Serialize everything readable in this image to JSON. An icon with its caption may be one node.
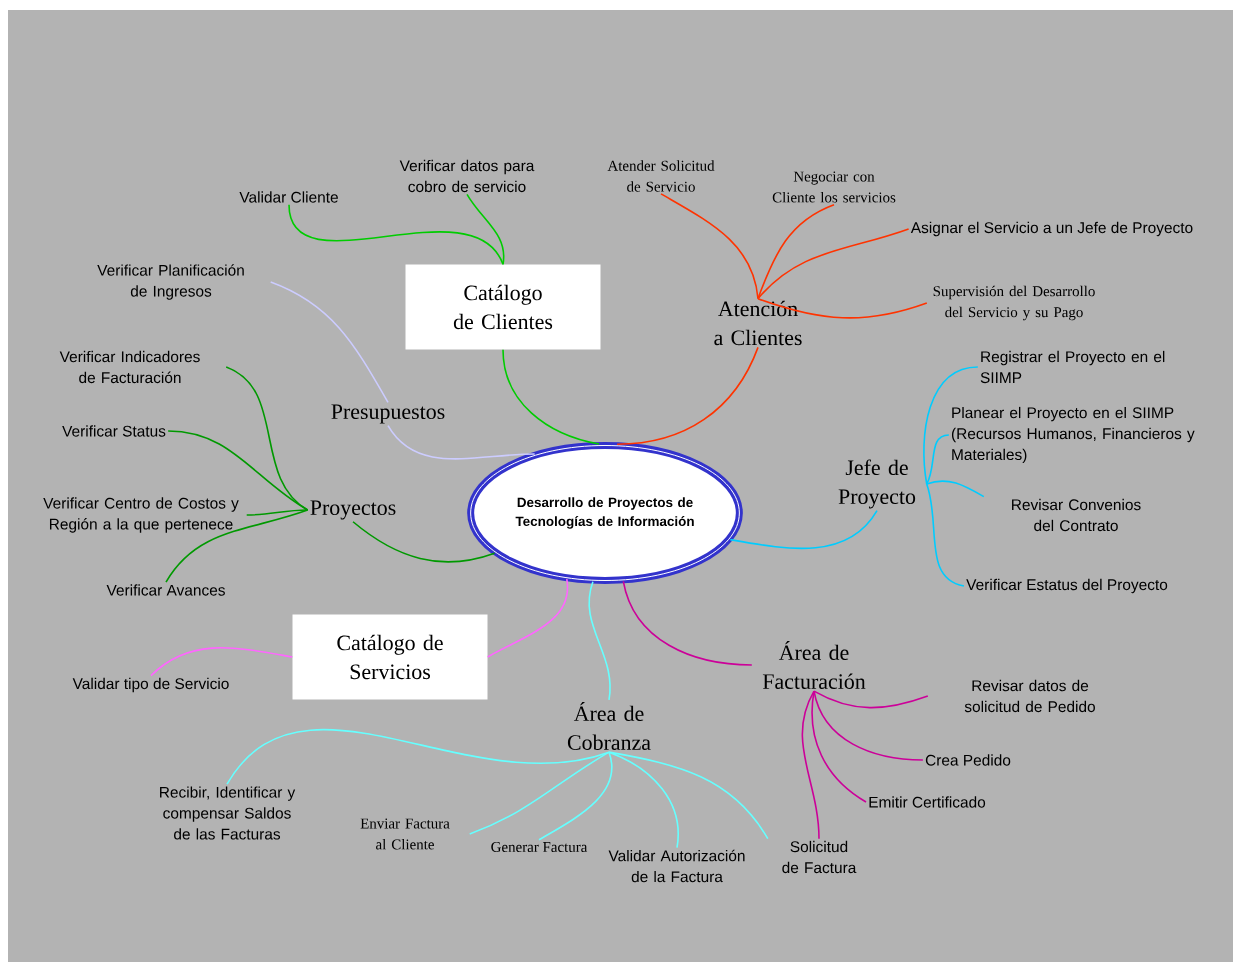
{
  "diagram": {
    "nodes": [
      {
        "text": [
          "Desarrollo de Proyectos de Tecnologías de Información"
        ]
      },
      {
        "text": [
          "Catálogo de Clientes"
        ]
      },
      {
        "text": [
          "Validar Cliente"
        ]
      },
      {
        "text": [
          "Verificar datos para cobro de servicio"
        ]
      },
      {
        "text": [
          "Atención a Clientes"
        ]
      },
      {
        "text": [
          "Atender Solicitud de Servicio"
        ]
      },
      {
        "text": [
          "Negociar con Cliente los servicios"
        ]
      },
      {
        "text": [
          "Asignar el Servicio a un Jefe de Proyecto"
        ]
      },
      {
        "text": [
          "Supervisión del Desarrollo del Servicio y su Pago"
        ]
      },
      {
        "text": [
          "Presupuestos"
        ]
      },
      {
        "text": [
          "Verificar Planificación de Ingresos"
        ]
      },
      {
        "text": [
          "Proyectos"
        ]
      },
      {
        "text": [
          "Verificar Indicadores de Facturación"
        ]
      },
      {
        "text": [
          "Verificar Status"
        ]
      },
      {
        "text": [
          "Verificar Centro de Costos y Región a la que pertenece"
        ]
      },
      {
        "text": [
          "Verificar Avances"
        ]
      },
      {
        "text": [
          "Jefe de Proyecto"
        ]
      },
      {
        "text": [
          "Registrar el Proyecto en el SIIMP"
        ]
      },
      {
        "text": [
          "Planear el Proyecto en el SIIMP (Recursos Humanos, Financieros y Materiales)"
        ]
      },
      {
        "text": [
          "Revisar Convenios del Contrato"
        ]
      },
      {
        "text": [
          "Verificar Estatus del Proyecto"
        ]
      },
      {
        "text": [
          "Catálogo de Servicios"
        ]
      },
      {
        "text": [
          "Validar tipo de Servicio"
        ]
      },
      {
        "text": [
          "Área de Facturación"
        ]
      },
      {
        "text": [
          "Revisar datos de solicitud de Pedido"
        ]
      },
      {
        "text": [
          "Crea  Pedido"
        ]
      },
      {
        "text": [
          "Emitir  Certificado"
        ]
      },
      {
        "text": [
          "Solicitud de Factura"
        ]
      },
      {
        "text": [
          "Área de Cobranza"
        ]
      },
      {
        "text": [
          "Recibir, Identificar y compensar Saldos de las Facturas"
        ]
      },
      {
        "text": [
          "Enviar Factura al Cliente"
        ]
      },
      {
        "text": [
          "Generar Factura"
        ]
      },
      {
        "text": [
          "Validar Autorización de la Factura"
        ]
      }
    ],
    "edges": [
      {
        "from": 0,
        "to": 1,
        "arrow": "none",
        "color": "#00cc00"
      },
      {
        "from": 1,
        "to": 2,
        "arrow": "none",
        "color": "#00cc00"
      },
      {
        "from": 1,
        "to": 3,
        "arrow": "none",
        "color": "#00cc00"
      },
      {
        "from": 0,
        "to": 4,
        "arrow": "none",
        "color": "#ff3300"
      },
      {
        "from": 4,
        "to": 5,
        "arrow": "none",
        "color": "#ff3300"
      },
      {
        "from": 4,
        "to": 6,
        "arrow": "none",
        "color": "#ff3300"
      },
      {
        "from": 4,
        "to": 7,
        "arrow": "none",
        "color": "#ff3300"
      },
      {
        "from": 4,
        "to": 8,
        "arrow": "none",
        "color": "#ff3300"
      },
      {
        "from": 0,
        "to": 9,
        "arrow": "none",
        "color": "#ccccff"
      },
      {
        "from": 9,
        "to": 10,
        "arrow": "none",
        "color": "#ccccff"
      },
      {
        "from": 0,
        "to": 11,
        "arrow": "none",
        "color": "#009900"
      },
      {
        "from": 11,
        "to": 12,
        "arrow": "none",
        "color": "#009900"
      },
      {
        "from": 11,
        "to": 13,
        "arrow": "none",
        "color": "#009900"
      },
      {
        "from": 11,
        "to": 14,
        "arrow": "none",
        "color": "#009900"
      },
      {
        "from": 11,
        "to": 15,
        "arrow": "none",
        "color": "#009900"
      },
      {
        "from": 0,
        "to": 16,
        "arrow": "none",
        "color": "#00ccff"
      },
      {
        "from": 16,
        "to": 17,
        "arrow": "none",
        "color": "#00ccff"
      },
      {
        "from": 16,
        "to": 18,
        "arrow": "none",
        "color": "#00ccff"
      },
      {
        "from": 16,
        "to": 19,
        "arrow": "none",
        "color": "#00ccff"
      },
      {
        "from": 16,
        "to": 20,
        "arrow": "none",
        "color": "#00ccff"
      },
      {
        "from": 0,
        "to": 21,
        "arrow": "none",
        "color": "#ff66ff"
      },
      {
        "from": 21,
        "to": 22,
        "arrow": "none",
        "color": "#ff66ff"
      },
      {
        "from": 0,
        "to": 23,
        "arrow": "none",
        "color": "#cc0099"
      },
      {
        "from": 23,
        "to": 24,
        "arrow": "none",
        "color": "#cc0099"
      },
      {
        "from": 23,
        "to": 25,
        "arrow": "none",
        "color": "#cc0099"
      },
      {
        "from": 23,
        "to": 26,
        "arrow": "none",
        "color": "#cc0099"
      },
      {
        "from": 23,
        "to": 27,
        "arrow": "none",
        "color": "#cc0099"
      },
      {
        "from": 0,
        "to": 28,
        "arrow": "none",
        "color": "#66ffff"
      },
      {
        "from": 28,
        "to": 29,
        "arrow": "none",
        "color": "#66ffff"
      },
      {
        "from": 28,
        "to": 30,
        "arrow": "none",
        "color": "#66ffff"
      },
      {
        "from": 28,
        "to": 31,
        "arrow": "none",
        "color": "#66ffff"
      },
      {
        "from": 28,
        "to": 32,
        "arrow": "none",
        "color": "#66ffff"
      },
      {
        "from": 28,
        "to": 27,
        "arrow": "none",
        "color": "#66ffff"
      }
    ]
  }
}
